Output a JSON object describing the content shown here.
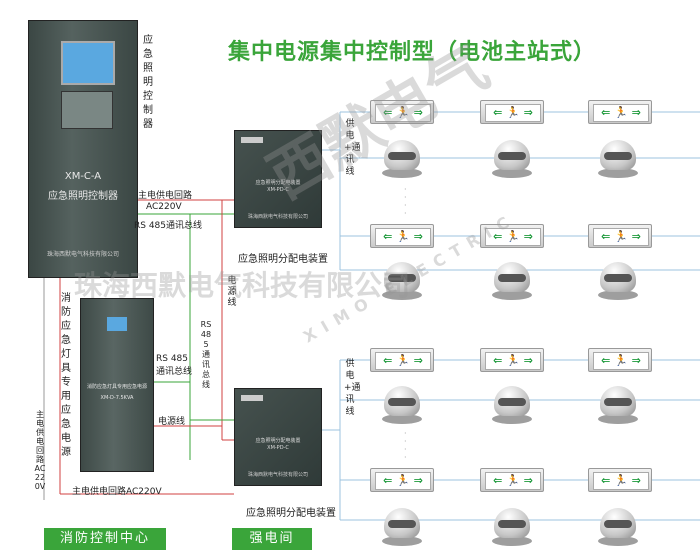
{
  "title": "集中电源集中控制型（电池主站式）",
  "controller": {
    "vertical_label": "应急照明控制器",
    "model": "XM-C-A",
    "name": "应急照明控制器",
    "maker": "珠海西默电气科技有限公司"
  },
  "ups": {
    "vertical_label": "消防应急灯具专用应急电源",
    "name": "消防应急灯具专用应急电源",
    "model": "XM-D-7.5KVA"
  },
  "dist_boxes": [
    {
      "name": "应急照明分配电装置",
      "model": "XM-PD-C",
      "maker": "珠海西默电气科技有限公司",
      "caption": "应急照明分配电装置"
    },
    {
      "name": "应急照明分配电装置",
      "model": "XM-PD-C",
      "maker": "珠海西默电气科技有限公司",
      "caption": "应急照明分配电装置"
    }
  ],
  "labels": {
    "main_supply": "主电供电回路",
    "ac220": "AC220V",
    "rs485_bus": "RS 485通讯总线",
    "power_line_top": "电源线",
    "rs485_vertical": "RS 485通讯总线",
    "rs485_ups": "RS 485\n通讯总线",
    "power_line_ups": "电源线",
    "left_vertical": "主电供电回路AC220V",
    "bottom_supply": "主电供电回路AC220V",
    "feed_comm_top": "供电+通讯线",
    "feed_comm_bottom": "供电+通讯线"
  },
  "exit_sign_text": "⇐ 🏃 ⇒",
  "badges": {
    "fire_center": "消防控制中心",
    "power_room": "强电间"
  },
  "watermark": {
    "company": "珠海西默电气科技有限公司",
    "brand": "西默电气",
    "latin": "XIMO ELECTRIC"
  },
  "colors": {
    "accent": "#3aa53a",
    "cabinet": "#46524f",
    "screen": "#5aa8e0",
    "wire_red": "#d04040",
    "wire_green": "#3aa53a",
    "wire_blue": "#9cc3df"
  }
}
